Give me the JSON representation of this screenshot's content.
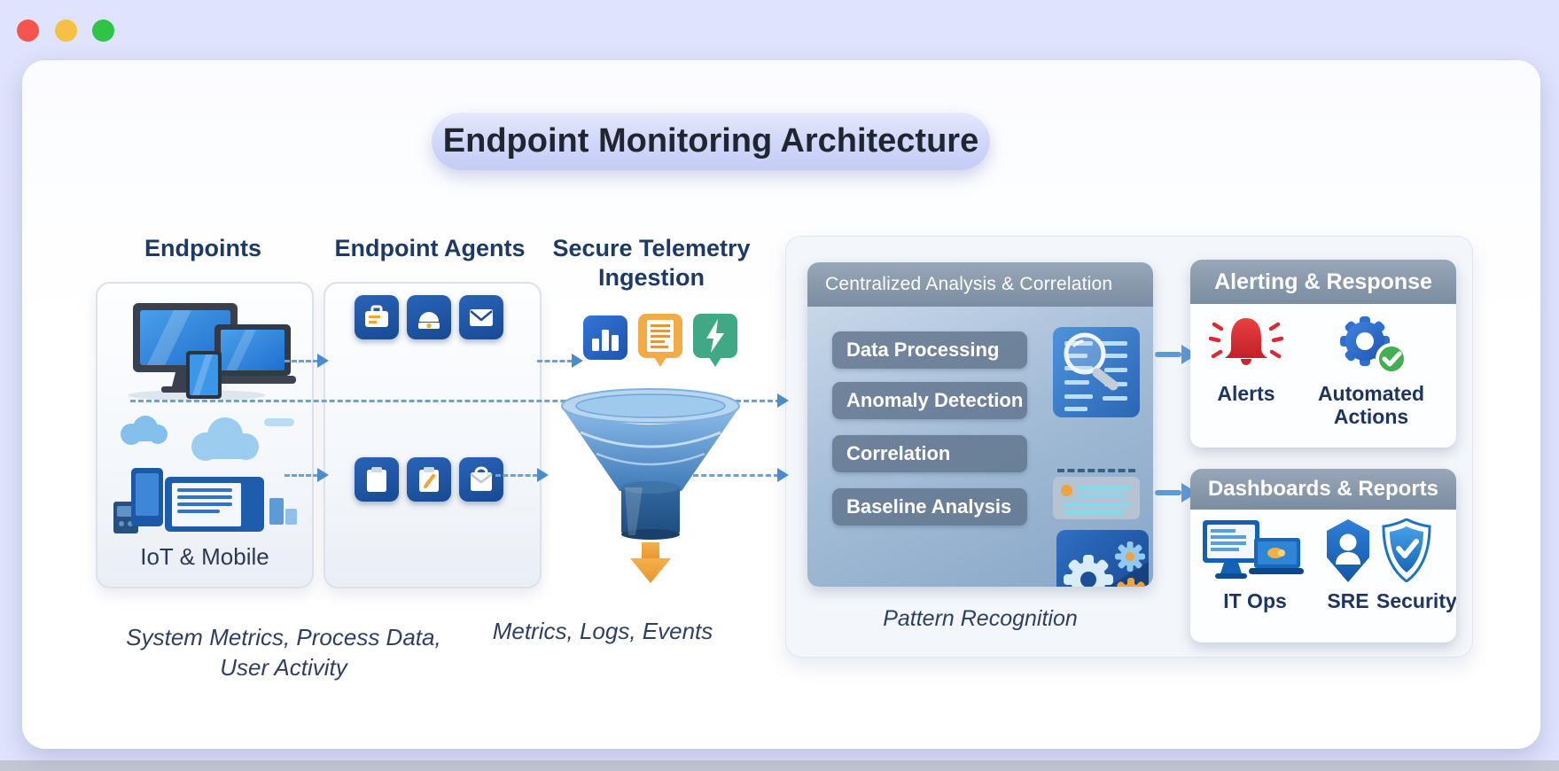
{
  "window": {
    "traffic_lights": [
      {
        "name": "close",
        "color": "#f4564f"
      },
      {
        "name": "minimize",
        "color": "#f5c043"
      },
      {
        "name": "zoom",
        "color": "#2ec445"
      }
    ]
  },
  "title": "Endpoint Monitoring Architecture",
  "endpoints": {
    "heading": "Endpoints",
    "device_label": "IoT & Mobile",
    "caption_line1": "System Metrics, Process Data,",
    "caption_line2": "User Activity",
    "icons": [
      "desktop-laptop-tablet-icon",
      "iot-mobile-cloud-icon"
    ]
  },
  "agents": {
    "heading": "Endpoint Agents",
    "icons_row1": [
      "briefcase-icon",
      "dome-alarm-icon",
      "mail-icon"
    ],
    "icons_row2": [
      "clipboard-icon",
      "clipboard-edit-icon",
      "case-icon"
    ]
  },
  "telemetry": {
    "heading_line1": "Secure Telemetry",
    "heading_line2": "Ingestion",
    "caption": "Metrics, Logs, Events",
    "icons": [
      "bar-chart-icon",
      "document-bubble-icon",
      "lightning-bubble-icon"
    ],
    "funnel_icon": "funnel-icon"
  },
  "analysis": {
    "header": "Centralized Analysis & Correlation",
    "stages": [
      "Data Processing",
      "Anomaly Detection",
      "Correlation",
      "Baseline Analysis"
    ],
    "caption": "Pattern Recognition",
    "icons": [
      "magnifier-document-icon",
      "log-list-icon",
      "gears-icon"
    ]
  },
  "alerting": {
    "header": "Alerting & Response",
    "items": [
      {
        "label": "Alerts",
        "icon": "alert-bell-icon"
      },
      {
        "label": "Automated Actions",
        "icon": "gear-check-icon"
      }
    ]
  },
  "dashboards": {
    "header": "Dashboards & Reports",
    "items": [
      {
        "label": "IT Ops",
        "icon": "monitor-laptop-icon"
      },
      {
        "label": "SRE",
        "icon": "person-badge-icon"
      },
      {
        "label": "Security",
        "icon": "shield-check-icon"
      }
    ]
  },
  "colors": {
    "lavender_bg": "#dfe3fb",
    "accent_blue": "#2b6fc4",
    "arrow_blue": "#5d9ad8",
    "slate_header": "#8496aa",
    "alert_red": "#d92b33",
    "action_green": "#46b054",
    "warning_orange": "#f2a53a",
    "navy_text": "#1d3a66"
  }
}
